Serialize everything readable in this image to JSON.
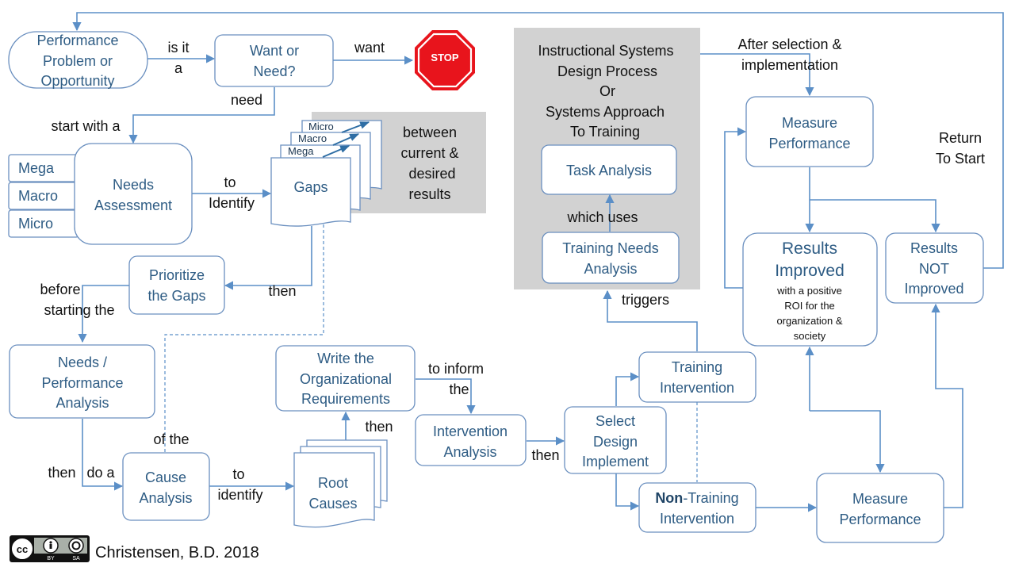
{
  "colors": {
    "text_blue": "#2e5c84",
    "box_stroke": "#6a8fbf",
    "arrow": "#5b8fc7",
    "panel_gray": "#d2d2d2",
    "stop_red": "#e8141c"
  },
  "nodes": {
    "performance_problem": [
      "Performance",
      "Problem or",
      "Opportunity"
    ],
    "want_or_need": [
      "Want or",
      "Need?"
    ],
    "stop_sign": "STOP",
    "mega": "Mega",
    "macro": "Macro",
    "micro": "Micro",
    "needs_assessment": [
      "Needs",
      "Assessment"
    ],
    "gaps": "Gaps",
    "gaps_stack": [
      "Micro",
      "Macro",
      "Mega"
    ],
    "prioritize": [
      "Prioritize",
      "the Gaps"
    ],
    "needs_performance": [
      "Needs /",
      "Performance",
      "Analysis"
    ],
    "cause_analysis": [
      "Cause",
      "Analysis"
    ],
    "root_causes": [
      "Root",
      "Causes"
    ],
    "write_requirements": [
      "Write the",
      "Organizational",
      "Requirements"
    ],
    "intervention_analysis": [
      "Intervention",
      "Analysis"
    ],
    "select_design": [
      "Select",
      "Design",
      "Implement"
    ],
    "training_intervention": [
      "Training",
      "Intervention"
    ],
    "non_training_bold": "Non",
    "non_training_rest": "-Training",
    "non_training_line2": "Intervention",
    "measure_top": [
      "Measure",
      "Performance"
    ],
    "measure_bottom": [
      "Measure",
      "Performance"
    ],
    "results_improved_title": [
      "Results",
      "Improved"
    ],
    "results_improved_sub": [
      "with a positive",
      "ROI for the",
      "organization &",
      "society"
    ],
    "results_not": [
      "Results",
      "NOT",
      "Improved"
    ],
    "isd_title": [
      "Instructional Systems",
      "Design Process",
      "Or",
      "Systems Approach",
      "To Training"
    ],
    "task_analysis": "Task Analysis",
    "training_needs": [
      "Training Needs",
      "Analysis"
    ]
  },
  "labels": {
    "is_it_a": [
      "is it",
      "a"
    ],
    "want": "want",
    "need": "need",
    "start_with": "start with a",
    "to_identify_1": [
      "to",
      "Identify"
    ],
    "between": [
      "between",
      "current &",
      "desired",
      "results"
    ],
    "then_1": "then",
    "before": [
      "before",
      "starting  the"
    ],
    "then_do": [
      "then",
      "do a"
    ],
    "of_the": "of the",
    "to_identify_2": [
      "to",
      "identify"
    ],
    "then_2": "then",
    "to_inform": [
      "to inform",
      "the"
    ],
    "then_3": "then",
    "which_uses": "which uses",
    "triggers": "triggers",
    "after_selection": [
      "After selection &",
      "implementation"
    ],
    "return_to_start": [
      "Return",
      "To Start"
    ]
  },
  "footer": {
    "license_icon": "cc-by-sa-icon",
    "license_parts": [
      "BY",
      "SA"
    ],
    "credit": "Christensen, B.D. 2018"
  }
}
